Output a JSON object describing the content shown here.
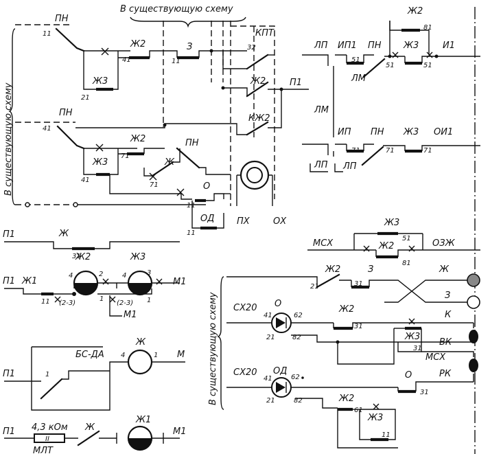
{
  "labels": {
    "top_title": "В существующую схему",
    "left_side": "В существующую схему",
    "right_side": "В существующую схему",
    "PN": "ПН",
    "Zh2": "Ж2",
    "Zh3": "Ж3",
    "Zh": "Ж",
    "Zh1": "Ж1",
    "Z": "З",
    "KPT": "КПТ",
    "KZh2": "КЖ2",
    "O": "О",
    "OD": "ОД",
    "PX": "ПХ",
    "OX": "ОХ",
    "P1": "П1",
    "M1": "М1",
    "M": "М",
    "BSDA": "БС-ДА",
    "resistor_value": "4,3 кОм",
    "resistor_type": "МЛТ",
    "LP": "ЛП",
    "IP1": "ИП1",
    "IP": "ИП",
    "LM": "ЛМ",
    "I1": "И1",
    "OI1": "ОИ1",
    "MSX": "МСХ",
    "OZZh": "ОЗЖ",
    "K": "К",
    "VK": "ВК",
    "RK": "РК",
    "SX20": "СХ20",
    "range_23": "(2-3)"
  },
  "nums": {
    "n11": "11",
    "n21": "21",
    "n41": "41",
    "n71": "71",
    "n51": "51",
    "n61": "61",
    "n81": "81",
    "n31": "31",
    "n32": "32",
    "n62": "62",
    "n82": "82",
    "n1": "1",
    "n2": "2",
    "n3": "3",
    "n4": "4"
  }
}
